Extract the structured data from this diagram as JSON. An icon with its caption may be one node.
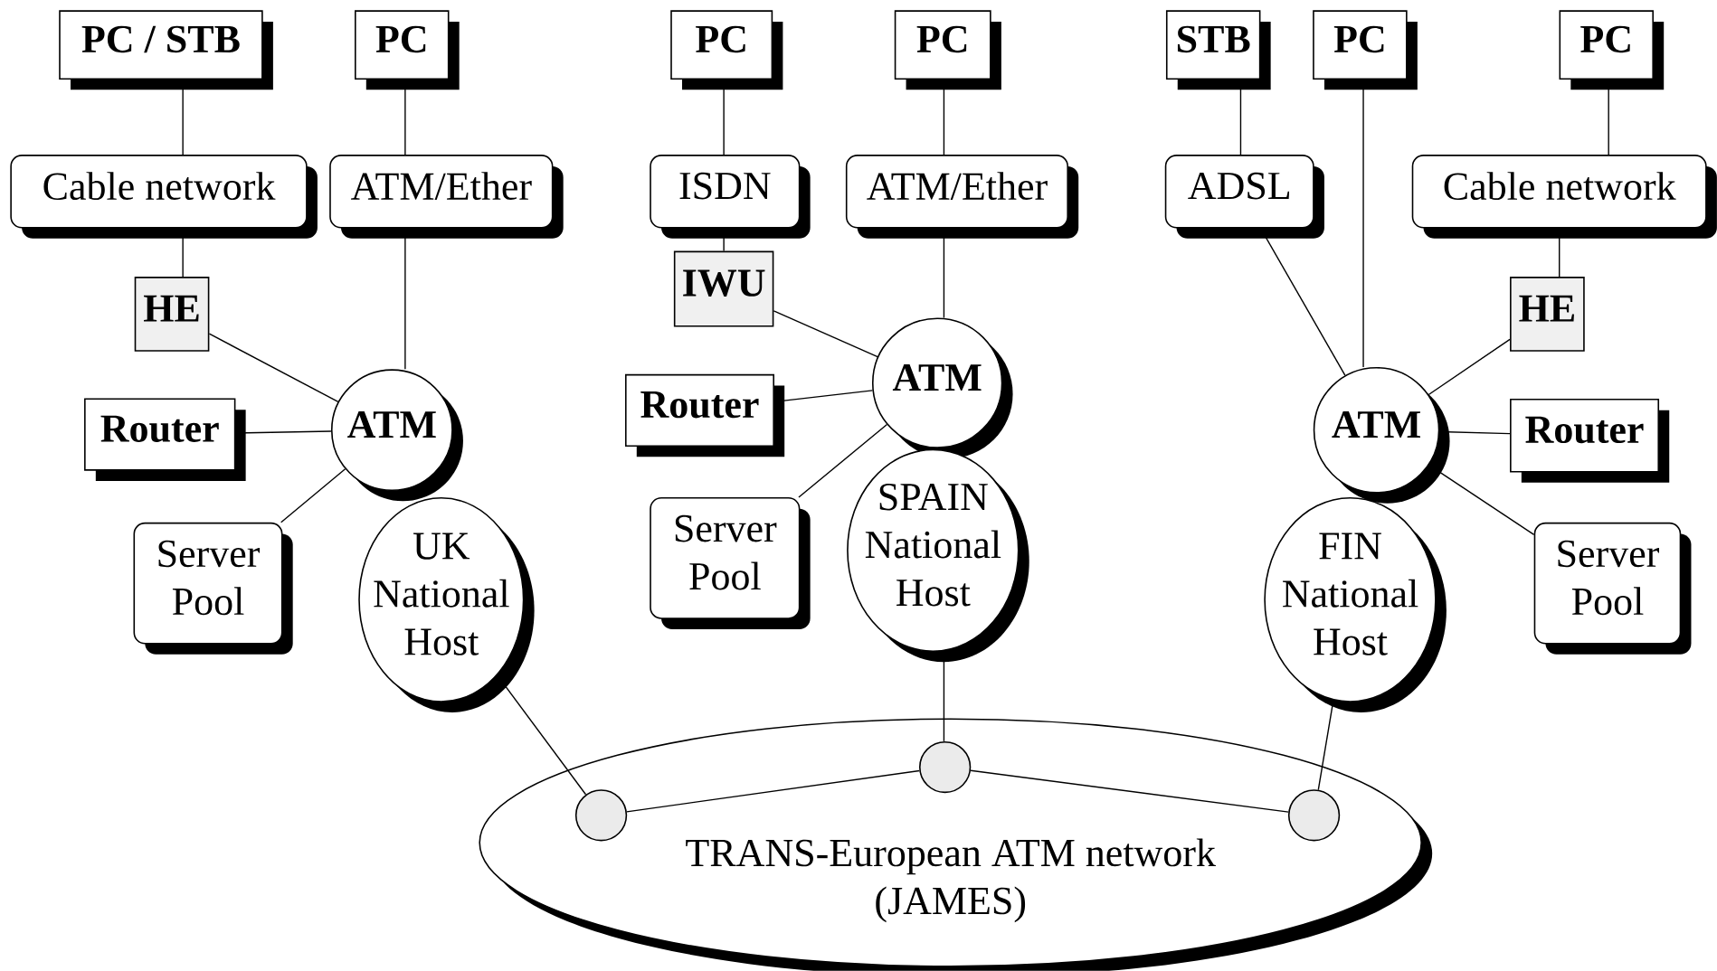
{
  "diagram": {
    "nodes": [
      {
        "text": [
          "PC / STB"
        ]
      },
      {
        "text": [
          "PC"
        ]
      },
      {
        "text": [
          "PC"
        ]
      },
      {
        "text": [
          "PC"
        ]
      },
      {
        "text": [
          "STB"
        ]
      },
      {
        "text": [
          "PC"
        ]
      },
      {
        "text": [
          "PC"
        ]
      },
      {
        "text": [
          "Cable network"
        ]
      },
      {
        "text": [
          "ATM/Ether"
        ]
      },
      {
        "text": [
          "ISDN"
        ]
      },
      {
        "text": [
          "ATM/Ether"
        ]
      },
      {
        "text": [
          "ADSL"
        ]
      },
      {
        "text": [
          "Cable network"
        ]
      },
      {
        "text": [
          "HE"
        ]
      },
      {
        "text": [
          "IWU"
        ]
      },
      {
        "text": [
          "HE"
        ]
      },
      {
        "text": [
          "Router"
        ]
      },
      {
        "text": [
          "ATM"
        ]
      },
      {
        "text": [
          "Server Pool"
        ]
      },
      {
        "text": [
          "UK National Host"
        ]
      },
      {
        "text": [
          "Router"
        ]
      },
      {
        "text": [
          "ATM"
        ]
      },
      {
        "text": [
          "Server Pool"
        ]
      },
      {
        "text": [
          "SPAIN National Host"
        ]
      },
      {
        "text": [
          "ATM"
        ]
      },
      {
        "text": [
          "Router"
        ]
      },
      {
        "text": [
          "FIN National Host"
        ]
      },
      {
        "text": [
          "Server Pool"
        ]
      },
      {
        "text": [
          "TRANS-European ATM network (JAMES)"
        ]
      },
      {
        "text": [],
        "shape": "circle",
        "in": 28
      },
      {
        "text": [],
        "shape": "circle",
        "in": 28
      },
      {
        "text": [],
        "shape": "circle",
        "in": 28
      }
    ],
    "edges": [
      {
        "from": 0,
        "to": 7,
        "arrow": "none"
      },
      {
        "from": 1,
        "to": 8,
        "arrow": "none"
      },
      {
        "from": 2,
        "to": 9,
        "arrow": "none"
      },
      {
        "from": 3,
        "to": 10,
        "arrow": "none"
      },
      {
        "from": 4,
        "to": 11,
        "arrow": "none"
      },
      {
        "from": 5,
        "to": 24,
        "arrow": "none"
      },
      {
        "from": 6,
        "to": 12,
        "arrow": "none"
      },
      {
        "from": 7,
        "to": 13,
        "arrow": "none"
      },
      {
        "from": 13,
        "to": 17,
        "arrow": "none"
      },
      {
        "from": 8,
        "to": 17,
        "arrow": "none"
      },
      {
        "from": 16,
        "to": 17,
        "arrow": "none"
      },
      {
        "from": 17,
        "to": 18,
        "arrow": "none"
      },
      {
        "from": 9,
        "to": 14,
        "arrow": "none"
      },
      {
        "from": 14,
        "to": 21,
        "arrow": "none"
      },
      {
        "from": 10,
        "to": 21,
        "arrow": "none"
      },
      {
        "from": 20,
        "to": 21,
        "arrow": "none"
      },
      {
        "from": 21,
        "to": 22,
        "arrow": "none"
      },
      {
        "from": 11,
        "to": 24,
        "arrow": "none"
      },
      {
        "from": 12,
        "to": 15,
        "arrow": "none"
      },
      {
        "from": 15,
        "to": 24,
        "arrow": "none"
      },
      {
        "from": 24,
        "to": 25,
        "arrow": "none"
      },
      {
        "from": 24,
        "to": 27,
        "arrow": "none"
      },
      {
        "from": 19,
        "to": 29,
        "arrow": "none"
      },
      {
        "from": 23,
        "to": 30,
        "arrow": "none"
      },
      {
        "from": 26,
        "to": 31,
        "arrow": "none"
      },
      {
        "from": 29,
        "to": 30,
        "arrow": "none"
      },
      {
        "from": 30,
        "to": 31,
        "arrow": "none"
      }
    ]
  }
}
